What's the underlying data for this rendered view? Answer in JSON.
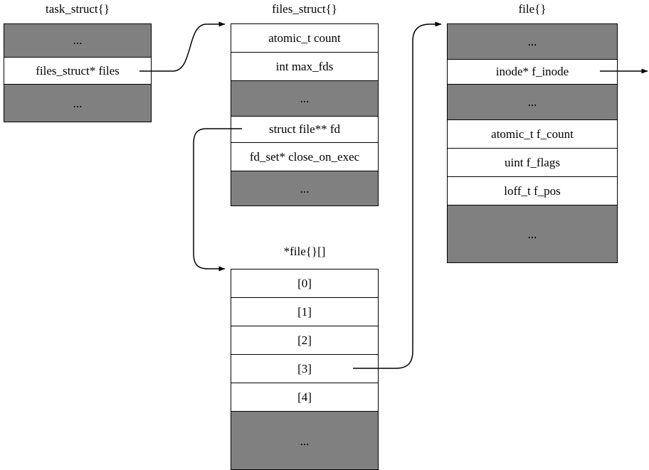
{
  "diagram": {
    "title_font_size": 17,
    "colors": {
      "filler": "#808080",
      "stroke": "#000000",
      "background": "#ffffff",
      "text": "#000000"
    },
    "structs": [
      {
        "id": "task_struct",
        "title": "task_struct{}",
        "rows": [
          {
            "label": "...",
            "filler": true
          },
          {
            "label": "files_struct* files",
            "filler": false
          },
          {
            "label": "...",
            "filler": true
          }
        ]
      },
      {
        "id": "files_struct",
        "title": "files_struct{}",
        "rows": [
          {
            "label": "atomic_t count",
            "filler": false
          },
          {
            "label": "int max_fds",
            "filler": false
          },
          {
            "label": "...",
            "filler": true
          },
          {
            "label": "struct file** fd",
            "filler": false
          },
          {
            "label": "fd_set* close_on_exec",
            "filler": false
          },
          {
            "label": "...",
            "filler": true
          }
        ]
      },
      {
        "id": "file",
        "title": "file{}",
        "rows": [
          {
            "label": "...",
            "filler": true
          },
          {
            "label": "inode* f_inode",
            "filler": false
          },
          {
            "label": "...",
            "filler": true
          },
          {
            "label": "atomic_t f_count",
            "filler": false
          },
          {
            "label": "uint f_flags",
            "filler": false
          },
          {
            "label": "loff_t f_pos",
            "filler": false
          },
          {
            "label": "...",
            "filler": true
          }
        ]
      },
      {
        "id": "file_array",
        "title": "*file{}[]",
        "rows": [
          {
            "label": "[0]",
            "filler": false
          },
          {
            "label": "[1]",
            "filler": false
          },
          {
            "label": "[2]",
            "filler": false
          },
          {
            "label": "[3]",
            "filler": false
          },
          {
            "label": "[4]",
            "filler": false
          },
          {
            "label": "...",
            "filler": true
          }
        ]
      }
    ],
    "pointers": [
      {
        "id": "files-pointer",
        "from": "task_struct.files_struct* files",
        "to": "files_struct"
      },
      {
        "id": "fd-pointer",
        "from": "files_struct.struct file** fd",
        "to": "*file{}[]"
      },
      {
        "id": "fd3-pointer",
        "from": "*file{}[].[3]",
        "to": "file{}"
      },
      {
        "id": "inode-pointer",
        "from": "file{}.inode* f_inode",
        "to": "(off-diagram)"
      }
    ]
  }
}
